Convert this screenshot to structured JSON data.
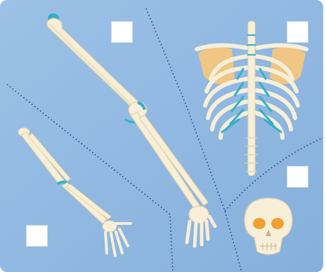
{
  "figure": {
    "background_color": "#8fb7e0",
    "bone_color": "#f7efd8",
    "bone_shadow_color": "#e9dcb8",
    "cartilage_color": "#33b0c8",
    "scapula_color": "#f0c684",
    "divider_color": "#1a3e8c"
  },
  "regions": [
    {
      "name": "upper-limb-skeleton",
      "icon": "arm-bones-icon",
      "answer_box": ""
    },
    {
      "name": "rib-cage",
      "icon": "ribcage-icon",
      "answer_box": ""
    },
    {
      "name": "skull",
      "icon": "skull-icon",
      "answer_box": ""
    },
    {
      "name": "forearm-and-hand",
      "icon": "forearm-hand-icon",
      "answer_box": ""
    }
  ]
}
